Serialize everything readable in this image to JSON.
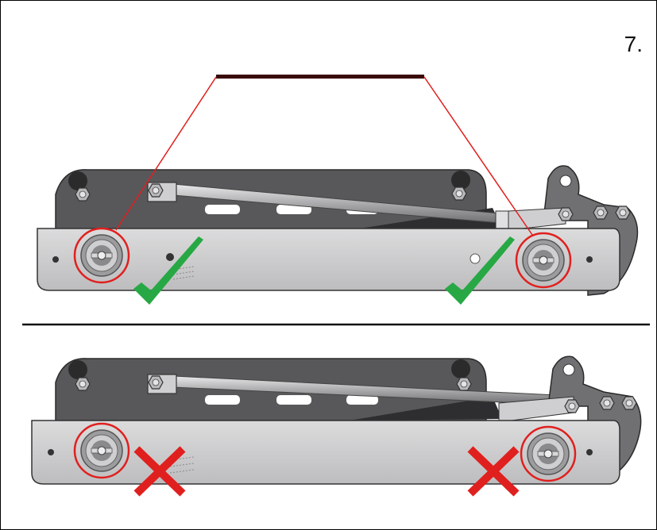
{
  "step": {
    "number": "7."
  },
  "colors": {
    "callout": "#e0201e",
    "check": "#27a844",
    "cross": "#e0201e",
    "frame_plate": "#c8c8ca",
    "frame_dark": "#58585b",
    "divider": "#111111"
  },
  "panels": [
    {
      "state": "correct",
      "indicator": "check-icon"
    },
    {
      "state": "incorrect",
      "indicator": "cross-icon"
    }
  ]
}
